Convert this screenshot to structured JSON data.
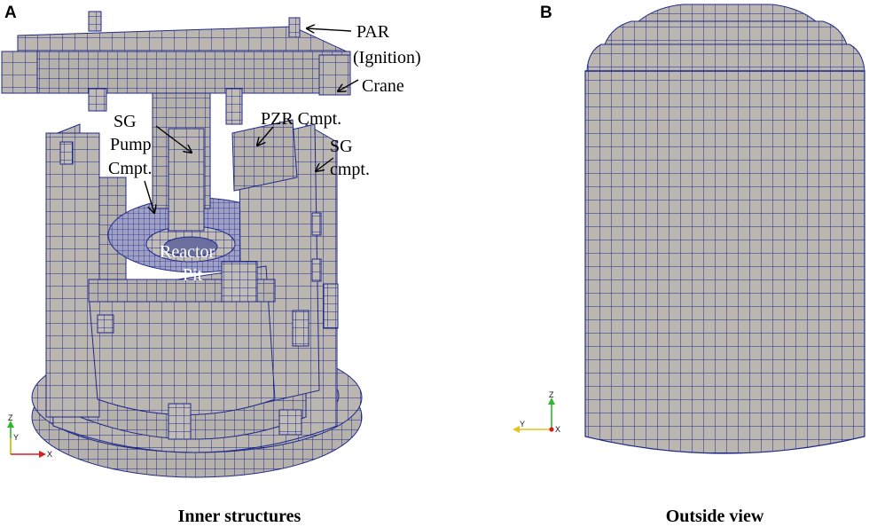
{
  "panels": {
    "a": {
      "letter": "A",
      "caption": "Inner structures"
    },
    "b": {
      "letter": "B",
      "caption": "Outside view"
    }
  },
  "callouts": {
    "par_line1": "PAR",
    "par_line2": "(Ignition)",
    "crane": "Crane",
    "pzr": "PZR Cmpt.",
    "sg_pump_1": "SG",
    "sg_pump_2": "Pump",
    "sg_pump_3": "Cmpt.",
    "sg_cmpt_1": "SG",
    "sg_cmpt_2": "cmpt.",
    "reactor_1": "Reactor",
    "reactor_2": "Pit"
  },
  "axes": {
    "z": "Z",
    "y": "Y",
    "x": "X"
  },
  "colors": {
    "mesh_fill": "#bcb6b0",
    "mesh_line": "#1e2a8c",
    "axis_z": "#2db82d",
    "axis_y": "#e6c21a",
    "axis_x": "#d42020"
  }
}
